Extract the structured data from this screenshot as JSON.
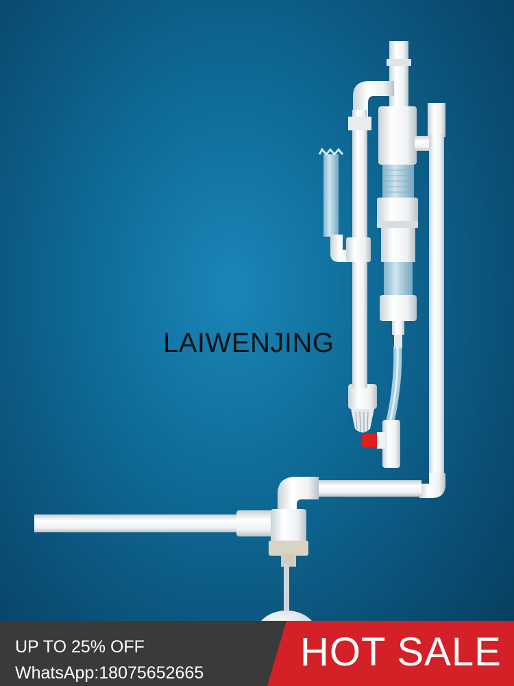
{
  "brand": {
    "text": "LAIWENJING"
  },
  "banner": {
    "promo": "UP TO 25% OFF",
    "contact": "WhatsApp:18075652665",
    "hot_sale": "HOT SALE"
  },
  "colors": {
    "background": "#0f6b98",
    "banner_dark": "#3a3a3a",
    "banner_red": "#d42127",
    "pipe": "#f2f4f4",
    "valve_red": "#e01e1e"
  }
}
